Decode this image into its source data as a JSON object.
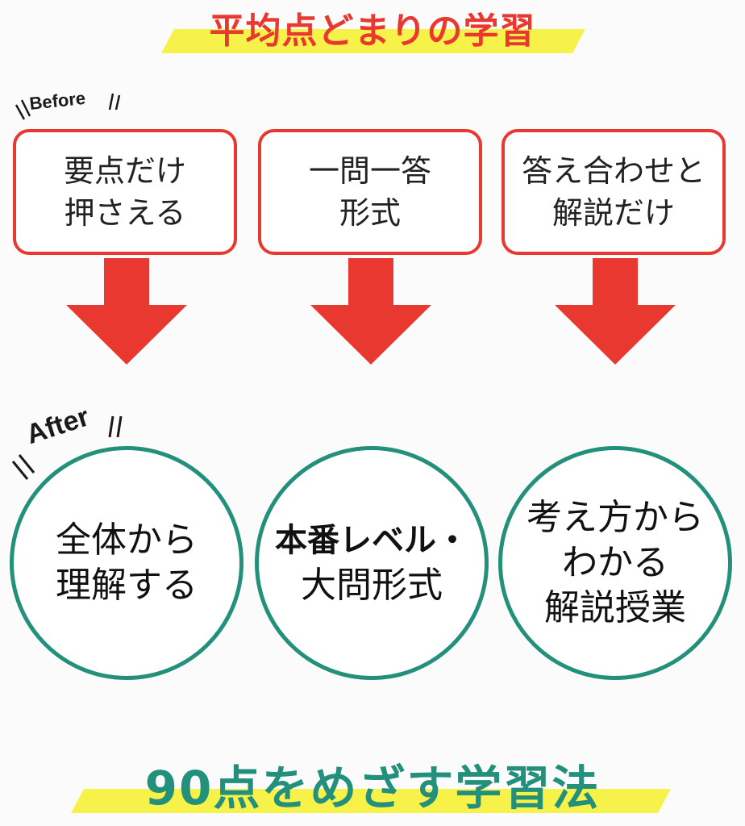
{
  "header": {
    "title": "平均点どまりの学習"
  },
  "before": {
    "tag": "Before",
    "boxes": [
      {
        "line1": "要点だけ",
        "line2": "押さえる"
      },
      {
        "line1": "一問一答",
        "line2": "形式"
      },
      {
        "line1": "答え合わせと",
        "line2": "解説だけ"
      }
    ]
  },
  "after": {
    "tag": "After",
    "circles": [
      {
        "line1": "全体から",
        "line2": "理解する"
      },
      {
        "line1": "本番レベル・",
        "line2": "大問形式"
      },
      {
        "line1": "考え方から",
        "line2": "わかる",
        "line3": "解説授業"
      }
    ]
  },
  "footer": {
    "title": "90点をめざす学習法"
  },
  "colors": {
    "red": "#e8382f",
    "green": "#22907b",
    "yellow": "#f7f24a"
  }
}
